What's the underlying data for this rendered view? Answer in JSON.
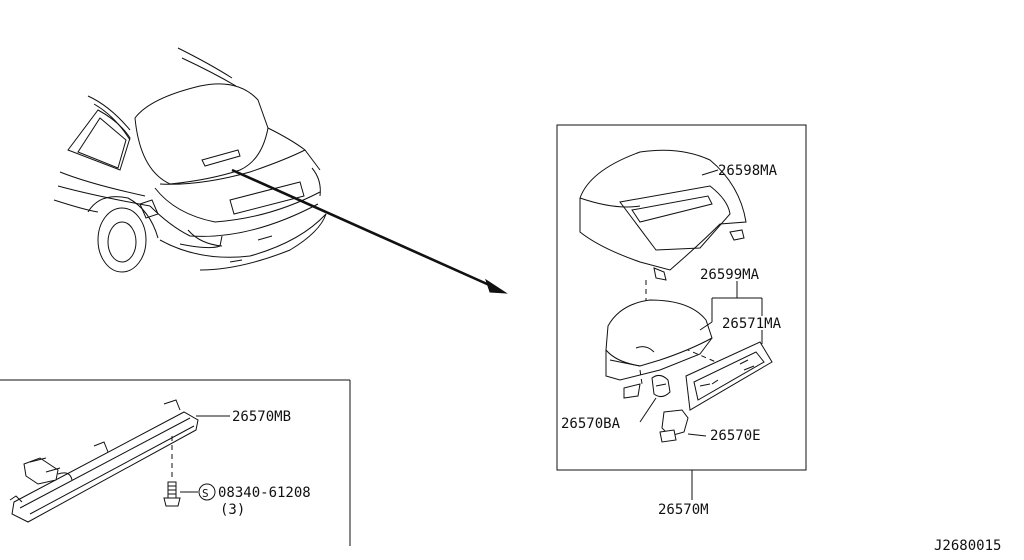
{
  "labels": {
    "part_26598MA": "26598MA",
    "part_26599MA": "26599MA",
    "part_26571MA": "26571MA",
    "part_26570BA": "26570BA",
    "part_26570E": "26570E",
    "part_26570M": "26570M",
    "part_26570MB": "26570MB",
    "bolt_number": "08340-61208",
    "bolt_qty": "(3)",
    "bolt_symbol": "S",
    "diagram_code": "J2680015"
  },
  "colors": {
    "line": "#111111",
    "background": "#ffffff"
  }
}
